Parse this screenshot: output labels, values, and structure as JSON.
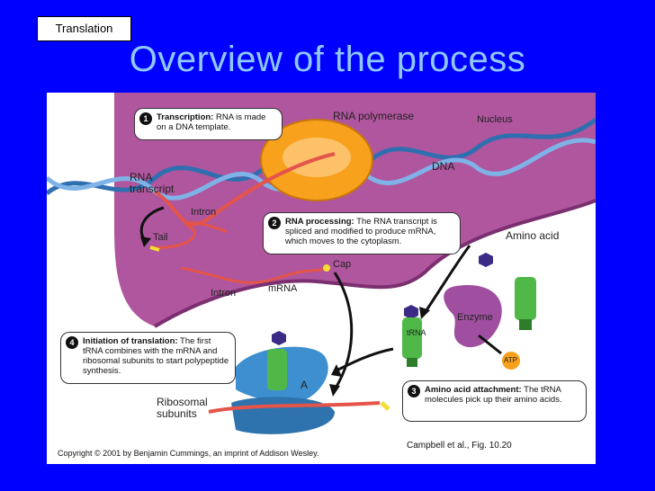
{
  "slide": {
    "tag": "Translation",
    "title": "Overview of the process"
  },
  "labels": {
    "rna_polymerase": "RNA polymerase",
    "nucleus": "Nucleus",
    "dna": "DNA",
    "rna_transcript": "RNA\ntranscript",
    "intron_1": "Intron",
    "tail": "Tail",
    "cap": "Cap",
    "intron_2": "Intron",
    "mrna": "mRNA",
    "amino_acid": "Amino acid",
    "enzyme": "Enzyme",
    "trna": "tRNA",
    "atp": "ATP",
    "a_site": "A",
    "ribosomal_subunits": "Ribosomal\nsubunits"
  },
  "steps": [
    {
      "number": "1",
      "heading": "Transcription:",
      "text": " RNA is made on a DNA template."
    },
    {
      "number": "2",
      "heading": "RNA processing:",
      "text": " The RNA transcript is spliced and modified to produce mRNA, which moves to the cytoplasm."
    },
    {
      "number": "3",
      "heading": "Amino acid attachment:",
      "text": " The tRNA molecules pick up their amino acids."
    },
    {
      "number": "4",
      "heading": "Initiation of translation:",
      "text": " The first tRNA combines with the mRNA and ribosomal subunits to start polypeptide synthesis."
    }
  ],
  "copyright": "Copyright © 2001 by Benjamin Cummings, an imprint of Addison Wesley.",
  "credit": "Campbell et al., Fig. 10.20",
  "colors": {
    "background": "#0000ff",
    "title": "#8ec8ff",
    "nucleus": "#b0569e",
    "cytoplasm": "#ffffff",
    "dna": "#2f6fb0",
    "polymerase": "#f7a11c",
    "rna": "#e4544a",
    "trna": "#4fb848",
    "enzyme": "#a04fa0",
    "ribosome": "#3d8fcf",
    "amino_acid": "#3c2b86"
  }
}
